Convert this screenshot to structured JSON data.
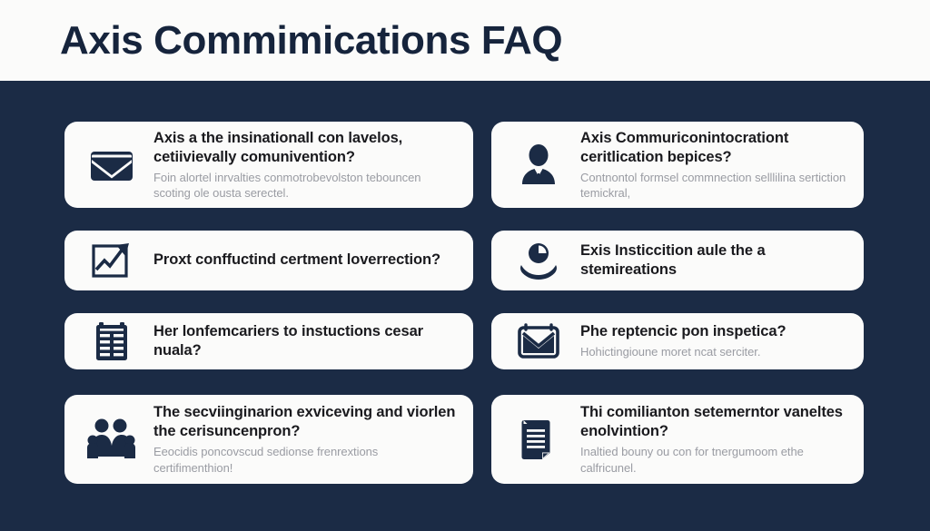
{
  "header": {
    "title": "Axis Commimications FAQ"
  },
  "colors": {
    "background": "#1b2b45",
    "header_background": "#fbfbfa",
    "card_background": "#fbfbfa",
    "title_text": "#16243c",
    "card_title_text": "#1a1a1e",
    "card_body_text": "#9a9ca3",
    "icon": "#1b2b45"
  },
  "cards": [
    {
      "icon": "envelope-filled-icon",
      "title": "Axis a the insinationall con lavelos, cetiivievally comunivention?",
      "body": "Foin alortel inrvalties conmotrobevolston tebouncen scoting ole ousta serectel."
    },
    {
      "icon": "person-business-icon",
      "title": "Axis Commuriconintocrationt ceritlication bepices?",
      "body": "Contnontol formsel commnection selllilina sertiction temickral,"
    },
    {
      "icon": "growth-chart-icon",
      "title": "Proxt conffuctind certment loverrection?",
      "body": ""
    },
    {
      "icon": "hand-care-icon",
      "title": "Exis Insticcition aule the a stemireations",
      "body": ""
    },
    {
      "icon": "clipboard-list-icon",
      "title": "Her lonfemcariers to instuctions cesar nuala?",
      "body": ""
    },
    {
      "icon": "envelope-outline-icon",
      "title": "Phe reptencic pon inspetica?",
      "body": "Hohictingioune moret ncat serciter."
    },
    {
      "icon": "people-group-icon",
      "title": "The secviinginarion exviceving and viorlen the cerisuncenpron?",
      "body": "Eeocidis poncovscud sedionse frenrextions certifimenthion!"
    },
    {
      "icon": "document-pages-icon",
      "title": "Thi comilianton setemerntor vaneltes enolvintion?",
      "body": "Inaltied bouny ou con for tnergumoom ethe calfricunel."
    }
  ]
}
